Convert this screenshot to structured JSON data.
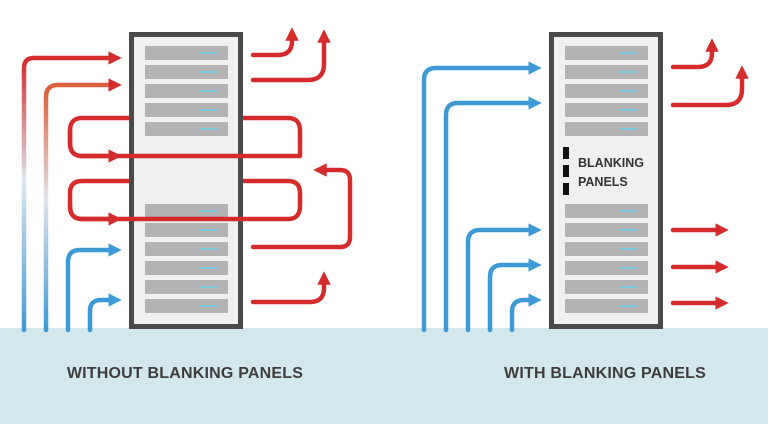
{
  "diagram": {
    "left_caption": "WITHOUT BLANKING PANELS",
    "right_caption": "WITH BLANKING PANELS",
    "panel_label_line1": "BLANKING",
    "panel_label_line2": "PANELS"
  },
  "colors": {
    "hot_air": "#d42b2b",
    "cool_air": "#3d9ad6",
    "floor": "#d3e8ec",
    "rack_frame": "#4a4a4a",
    "rack_fill": "#f0f0f0",
    "server_fill": "#b3b3b3",
    "server_led": "#7ecbe0",
    "blanking_marker": "#111111"
  }
}
